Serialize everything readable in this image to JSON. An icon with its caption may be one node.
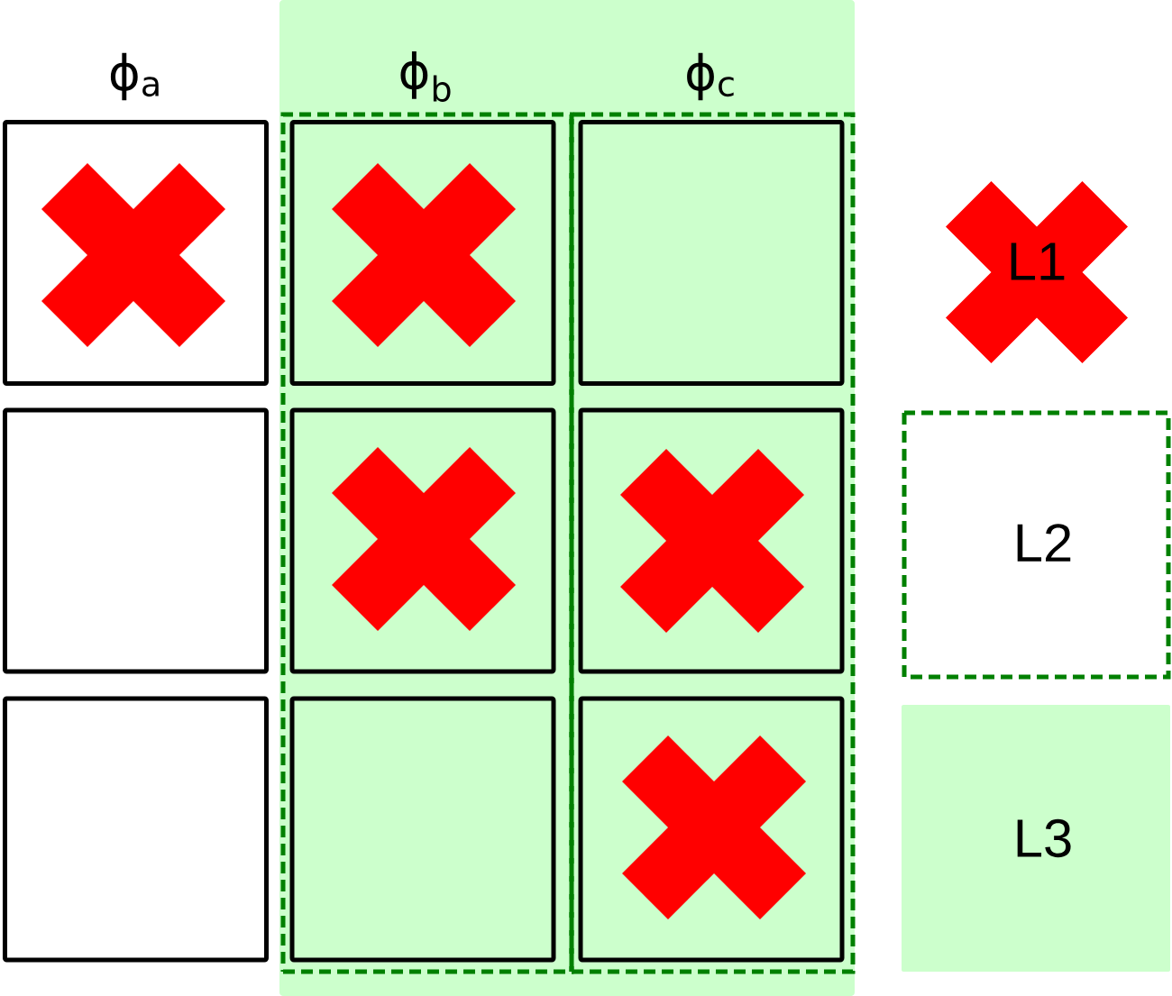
{
  "diagram": {
    "nodes": [
      {
        "text": [],
        "shape": "band"
      },
      {
        "text": [
          "ϕ$_{b}$"
        ],
        "in": 0
      },
      {
        "text": [
          "ϕ$_{c}$"
        ],
        "in": 0
      },
      {
        "text": [],
        "shape": "box"
      },
      {
        "text": [],
        "shape": "cross",
        "in": 3
      },
      {
        "text": [],
        "shape": "box",
        "in": 1
      },
      {
        "text": [],
        "shape": "cross",
        "in": 5
      },
      {
        "text": [],
        "shape": "box",
        "in": 2
      },
      {
        "text": [],
        "shape": "box"
      },
      {
        "text": [],
        "shape": "box",
        "in": 1
      },
      {
        "text": [],
        "shape": "cross",
        "in": 9
      },
      {
        "text": [],
        "shape": "box",
        "in": 2
      },
      {
        "text": [],
        "shape": "cross",
        "in": 11
      },
      {
        "text": [],
        "shape": "box"
      },
      {
        "text": [],
        "shape": "box",
        "in": 1
      },
      {
        "text": [],
        "shape": "box",
        "in": 2
      },
      {
        "text": [],
        "shape": "cross",
        "in": 15
      }
    ],
    "labels": [
      "ϕ$_{a}$"
    ],
    "legend": [
      {
        "text": "L1"
      },
      {
        "text": "L2"
      },
      {
        "text": "L3",
        "color": "#ccffcc"
      }
    ]
  }
}
